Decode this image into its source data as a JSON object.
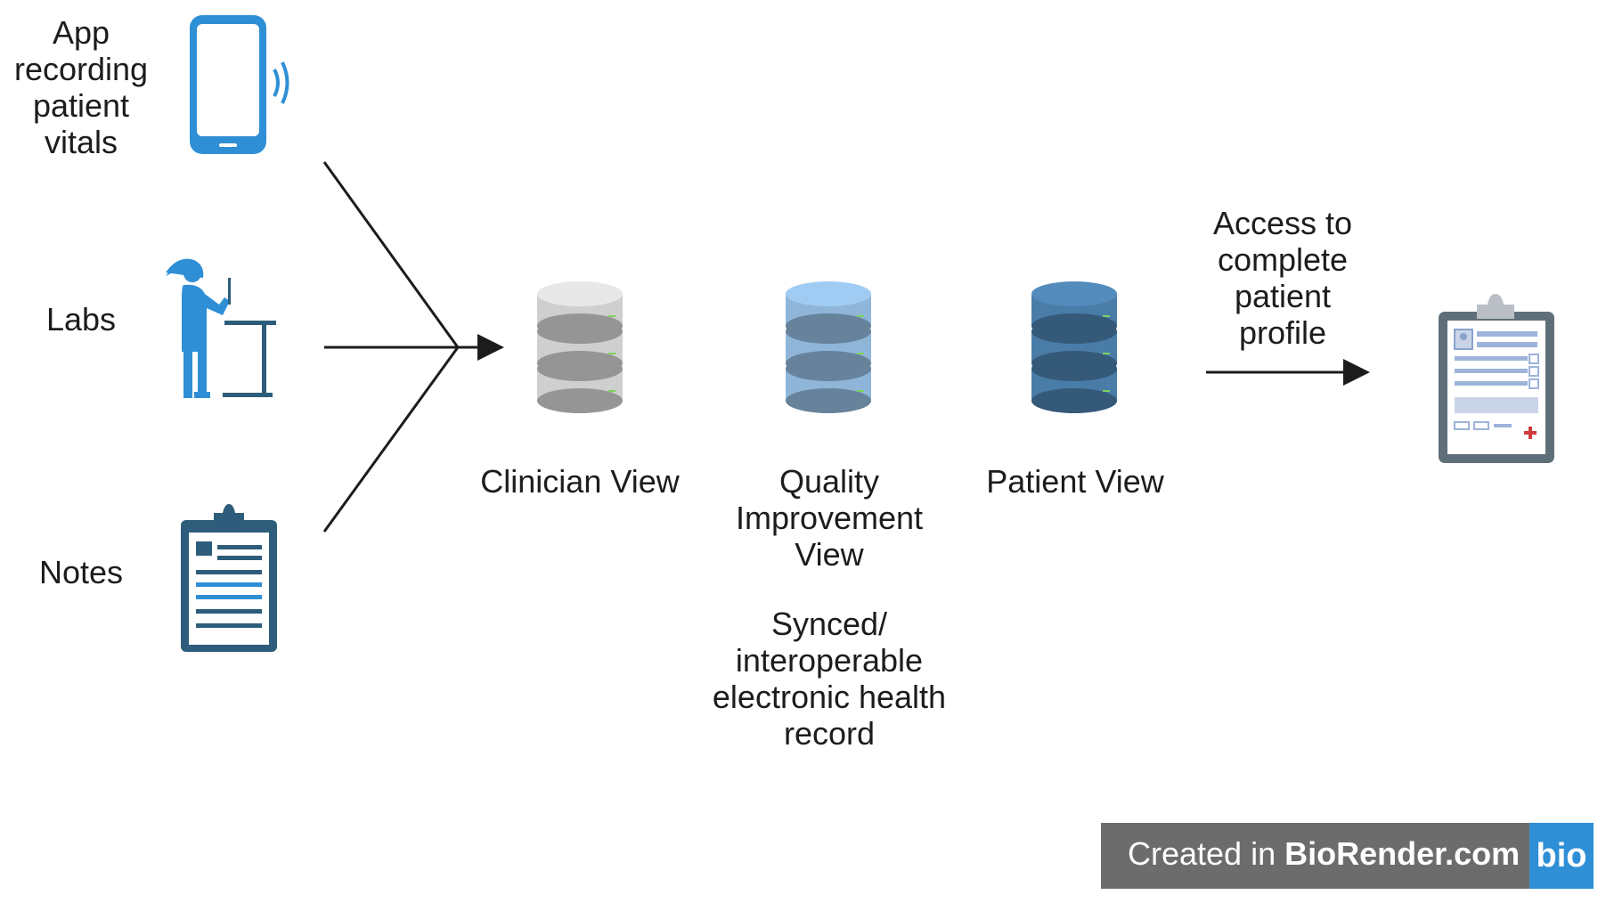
{
  "sources": [
    {
      "label": "App\nrecording\npatient\nvitals",
      "icon": "smartphone-vitals-icon"
    },
    {
      "label": "Labs",
      "icon": "lab-technician-icon"
    },
    {
      "label": "Notes",
      "icon": "notes-clipboard-icon"
    }
  ],
  "views": [
    {
      "label": "Clinician View",
      "color": "#cfcfcf"
    },
    {
      "label": "Quality\nImprovement\nView",
      "color": "#8fb6d9"
    },
    {
      "label": "Patient View",
      "color": "#4a7ca8"
    }
  ],
  "ehr_caption": "Synced/\ninteroperable\nelectronic health\nrecord",
  "access_label": "Access to\ncomplete\npatient\nprofile",
  "profile_icon": "patient-profile-clipboard-icon",
  "badge": {
    "prefix": "Created in ",
    "brand": "BioRender.com",
    "logo": "bio"
  },
  "colors": {
    "accent_blue": "#2f8fd6",
    "dark_slate": "#2d5d7a",
    "badge_gray": "#6c6c6c",
    "line": "#1c1c1c"
  }
}
